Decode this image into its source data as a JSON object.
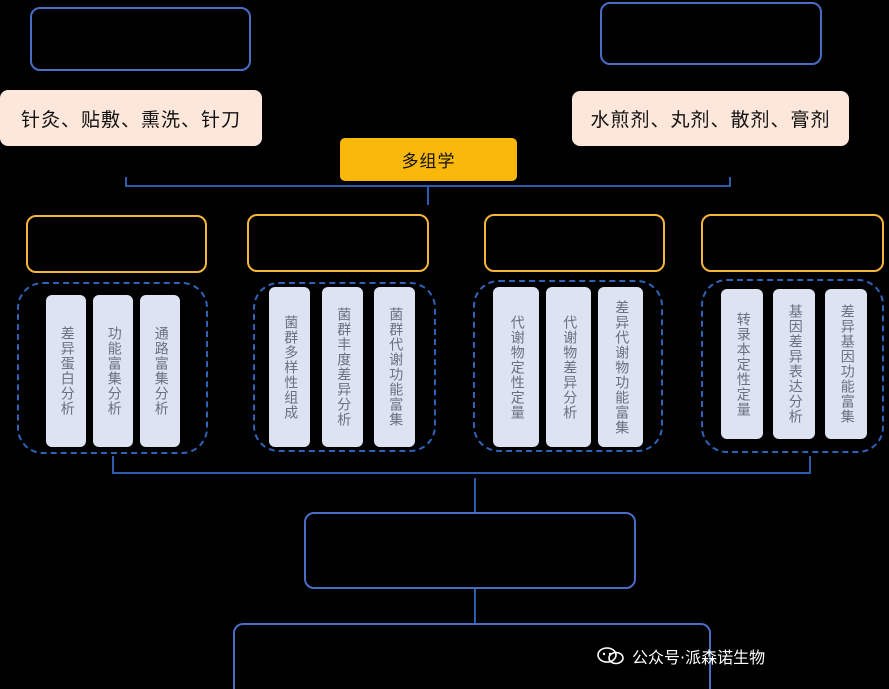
{
  "therapies": {
    "external": "针灸、贴敷、熏洗、针刀",
    "internal": "水煎剂、丸剂、散剂、膏剂"
  },
  "center_title": "多组学",
  "groups": [
    {
      "items": [
        "差异蛋白分析",
        "功能富集分析",
        "通路富集分析"
      ]
    },
    {
      "items": [
        "菌群多样性组成",
        "菌群丰度差异分析",
        "菌群代谢功能富集"
      ]
    },
    {
      "items": [
        "代谢物定性定量",
        "代谢物差异分析",
        "差异代谢物功能富集"
      ]
    },
    {
      "items": [
        "转录本定性定量",
        "基因差异表达分析",
        "差异基因功能富集"
      ]
    }
  ],
  "watermark": {
    "text": "公众号·派森诺生物",
    "icon": "wechat-icon"
  },
  "colors": {
    "background": "#000000",
    "navy_border": "#4a6cc4",
    "orange_border": "#f5b53a",
    "title_fill": "#f9b80a",
    "peach_fill": "#fde7da",
    "pill_fill": "#dde3f2",
    "dashed_border": "#2f63b8",
    "connector": "#2c5bb0"
  }
}
